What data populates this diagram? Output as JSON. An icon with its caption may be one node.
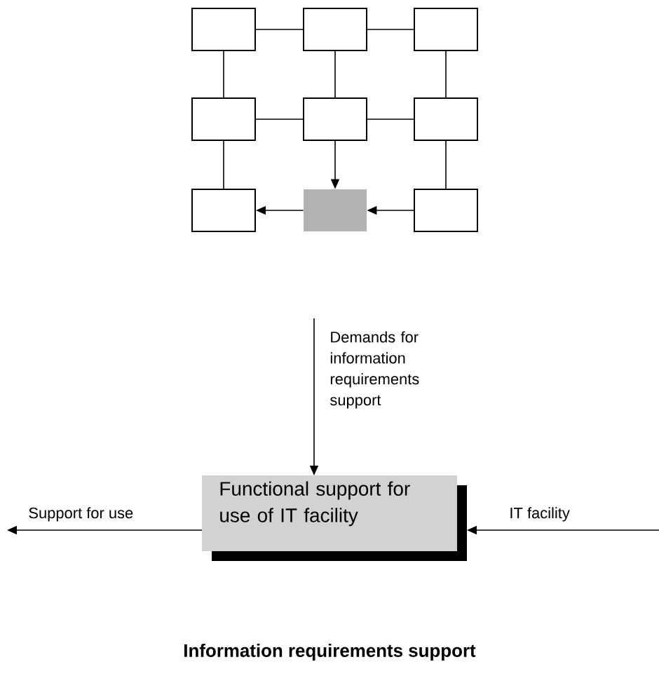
{
  "diagram": {
    "caption": "Information requirements support",
    "nodes": [
      {
        "text": [],
        "shape": "box"
      },
      {
        "text": [],
        "shape": "box"
      },
      {
        "text": [],
        "shape": "box"
      },
      {
        "text": [],
        "shape": "box"
      },
      {
        "text": [],
        "shape": "box"
      },
      {
        "text": [],
        "shape": "box"
      },
      {
        "text": [],
        "shape": "box"
      },
      {
        "text": [],
        "shape": "box"
      },
      {
        "text": [],
        "shape": "box"
      },
      {
        "text": [
          "Functional support for use of IT facility"
        ]
      }
    ],
    "edges": [
      {
        "from": 0,
        "to": 1,
        "arrow": "none"
      },
      {
        "from": 1,
        "to": 2,
        "arrow": "none"
      },
      {
        "from": 0,
        "to": 3,
        "arrow": "none"
      },
      {
        "from": 1,
        "to": 4,
        "arrow": "none"
      },
      {
        "from": 2,
        "to": 5,
        "arrow": "none"
      },
      {
        "from": 3,
        "to": 4,
        "arrow": "none"
      },
      {
        "from": 4,
        "to": 5,
        "arrow": "none"
      },
      {
        "from": 3,
        "to": 6,
        "arrow": "none"
      },
      {
        "from": 4,
        "to": 7,
        "arrow": "to"
      },
      {
        "from": 5,
        "to": 8,
        "arrow": "none"
      },
      {
        "from": 7,
        "to": 6,
        "arrow": "to"
      },
      {
        "from": 8,
        "to": 7,
        "arrow": "to"
      },
      {
        "from": null,
        "to": 9,
        "arrow": "to",
        "label": "Demands for information requirements support"
      },
      {
        "from": 9,
        "to": null,
        "arrow": "to",
        "label": "Support for use"
      },
      {
        "from": null,
        "to": 9,
        "arrow": "to",
        "label": "IT facility"
      }
    ]
  }
}
